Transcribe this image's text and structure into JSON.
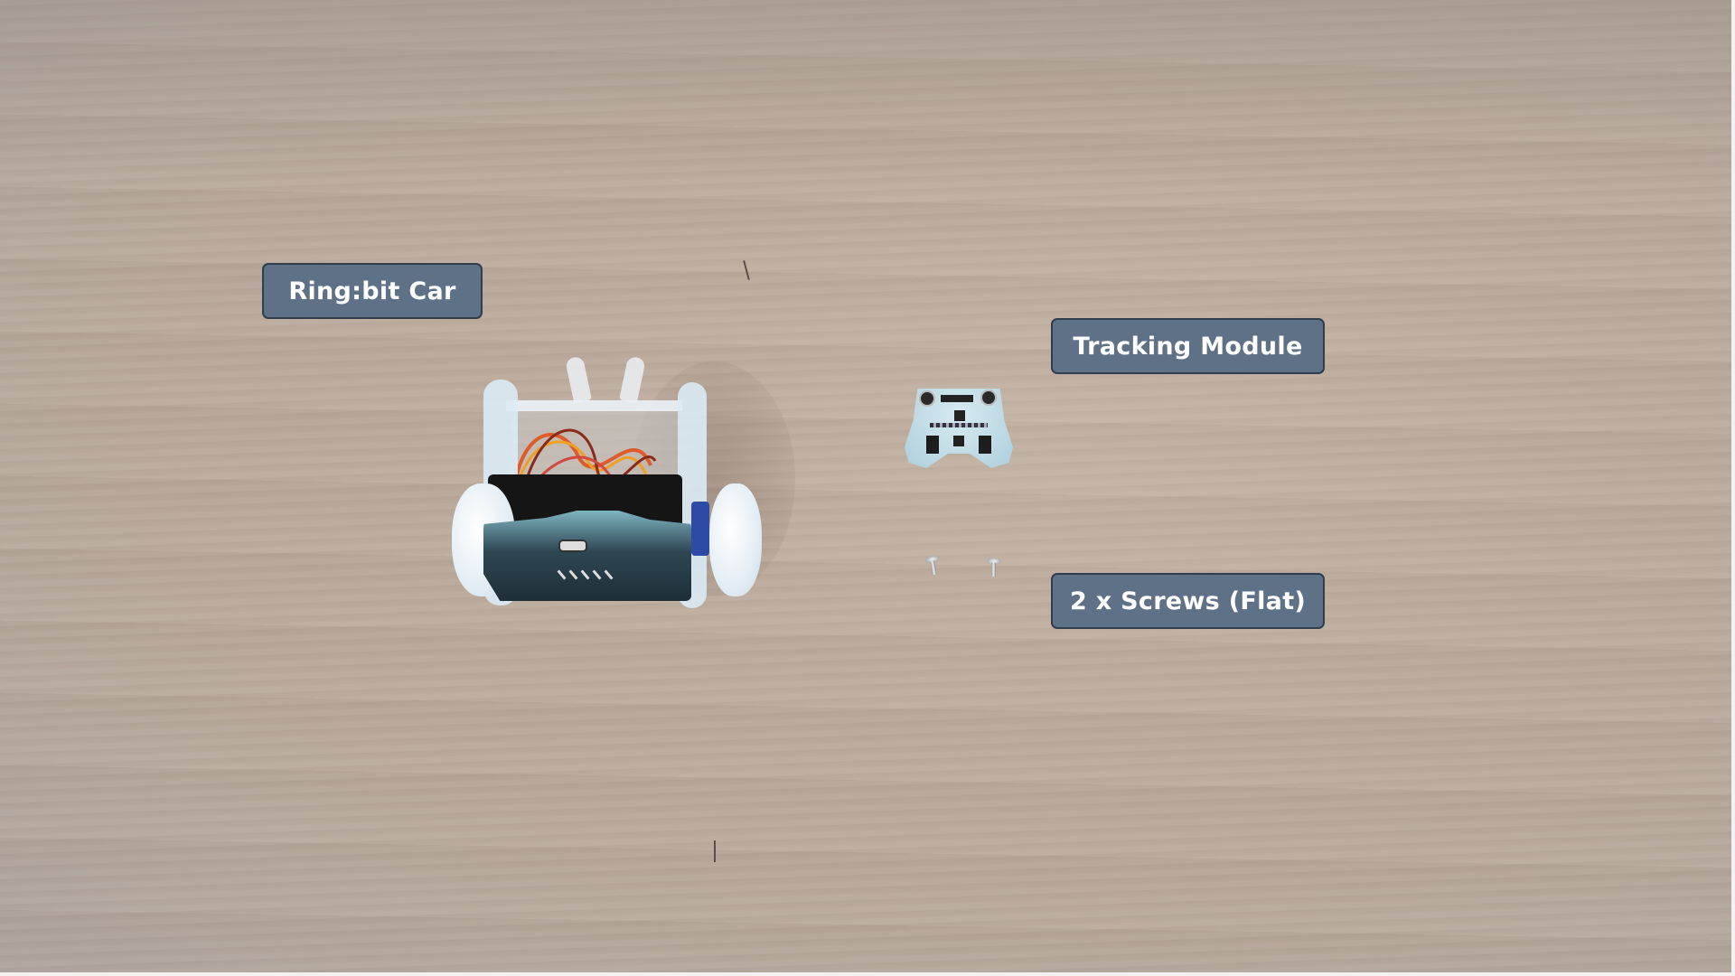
{
  "scene": {
    "description": "Top-down photo of parts laid on a wooden table",
    "background_color": "#bcab9c"
  },
  "labels": {
    "car": "Ring:bit Car",
    "tracking_module": "Tracking Module",
    "screws": "2 x Screws (Flat)"
  },
  "colors": {
    "label_fill": "#5f7186",
    "label_border": "#2f3d4d",
    "label_text": "#ffffff"
  },
  "objects": [
    {
      "name": "ring-bit-car",
      "type": "robot car with micro:bit"
    },
    {
      "name": "tracking-module",
      "type": "line tracking sensor board"
    },
    {
      "name": "screws",
      "count": 2
    }
  ]
}
